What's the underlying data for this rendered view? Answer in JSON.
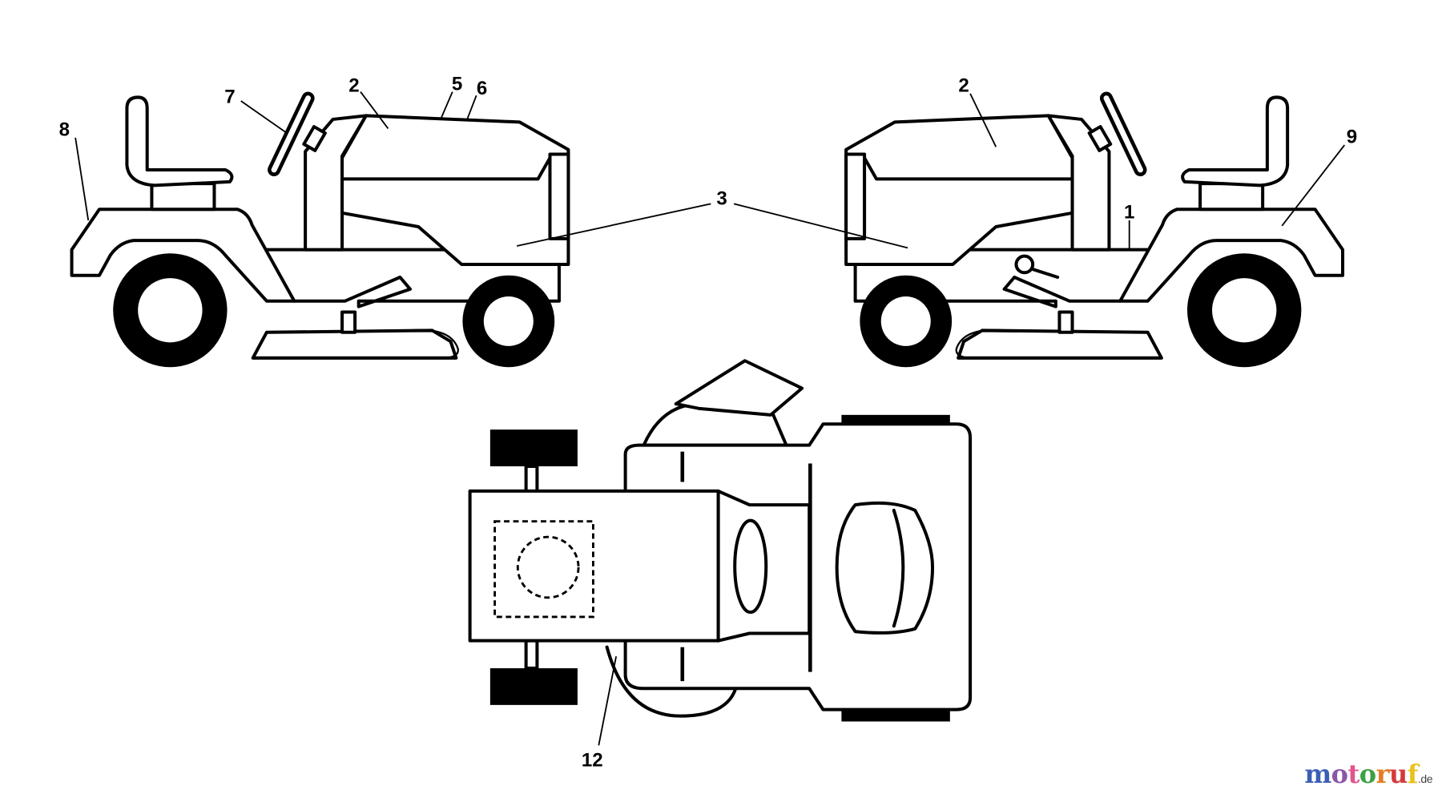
{
  "labels": {
    "l8": "8",
    "l7": "7",
    "l2a": "2",
    "l5": "5",
    "l6": "6",
    "l3": "3",
    "l2b": "2",
    "l1": "1",
    "l9": "9",
    "l12": "12"
  },
  "watermark": {
    "letters": [
      "m",
      "o",
      "t",
      "o",
      "r",
      "u",
      "f"
    ],
    "colors": [
      "#3b5fb5",
      "#8b55a8",
      "#e0558e",
      "#3ea044",
      "#e57d22",
      "#d63a3a",
      "#e8c21e"
    ],
    "suffix": ".de"
  }
}
